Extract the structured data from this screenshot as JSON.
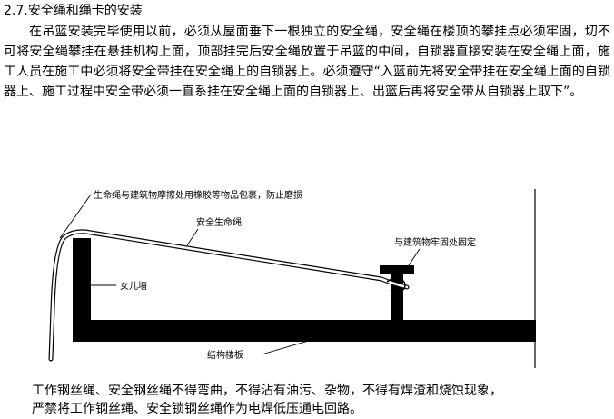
{
  "document": {
    "section_heading": "2.7.安全绳和绳卡的安装",
    "paragraph": "在吊篮安装完毕使用以前，必须从屋面垂下一根独立的安全绳，安全绳在楼顶的攀挂点必须牢固，切不可将安全绳攀挂在悬挂机构上面，顶部挂完后安全绳放置于吊篮的中间，自锁器直接安装在安全绳上面，施工人员在施工中必须将安全带挂在安全绳上的自锁器上。必须遵守“入篮前先将安全带挂在安全绳上面的自锁器上、施工过程中安全带必须一直系挂在安全绳上面的自锁器上、出篮后再将安全带从自锁器上取下”。",
    "caption_lines": [
      "工作钢丝绳、安全钢丝绳不得弯曲，不得沾有油污、杂物，不得有焊渣和烧蚀现象，",
      "严禁将工作钢丝绳、安全锁钢丝绳作为电焊低压通电回路。"
    ]
  },
  "figure": {
    "labels": {
      "protection_note": "生命绳与建筑物摩擦处用橡胶等物品包裹，防止磨损",
      "safety_rope": "安全生命绳",
      "anchor_point": "与建筑物牢固处固定",
      "parapet": "女儿墙",
      "floor_slab": "结构楼板"
    }
  }
}
